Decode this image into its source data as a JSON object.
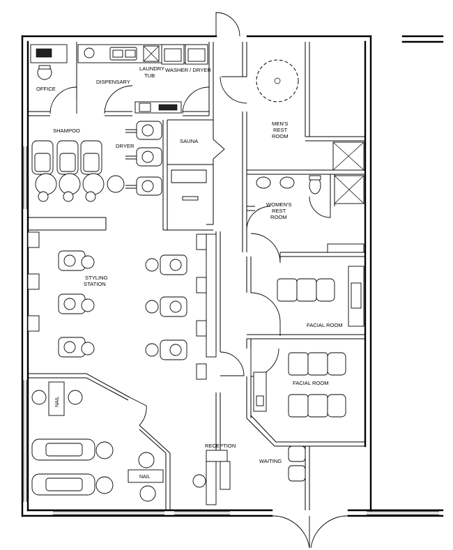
{
  "rooms": {
    "office": "OFFICE",
    "dispensary": "DISPENSARY",
    "laundry_1": "LAUNDRY",
    "laundry_2": "TUB",
    "washer_dryer": "WASHER / DRYER",
    "shampoo": "SHAMPOO",
    "dryer": "DRYER",
    "sauna": "SAUNA",
    "mens_1": "MEN'S",
    "mens_2": "REST",
    "mens_3": "ROOM",
    "womens_1": "WOMEN'S",
    "womens_2": "REST",
    "womens_3": "ROOM",
    "styling_1": "STYLING",
    "styling_2": "STATION",
    "facial_room_1": "FACIAL ROOM",
    "facial_room_2": "FACIAL ROOM",
    "nail_1": "NAIL",
    "nail_2": "NAIL",
    "reception": "RECEPTION",
    "waiting": "WAITING"
  }
}
